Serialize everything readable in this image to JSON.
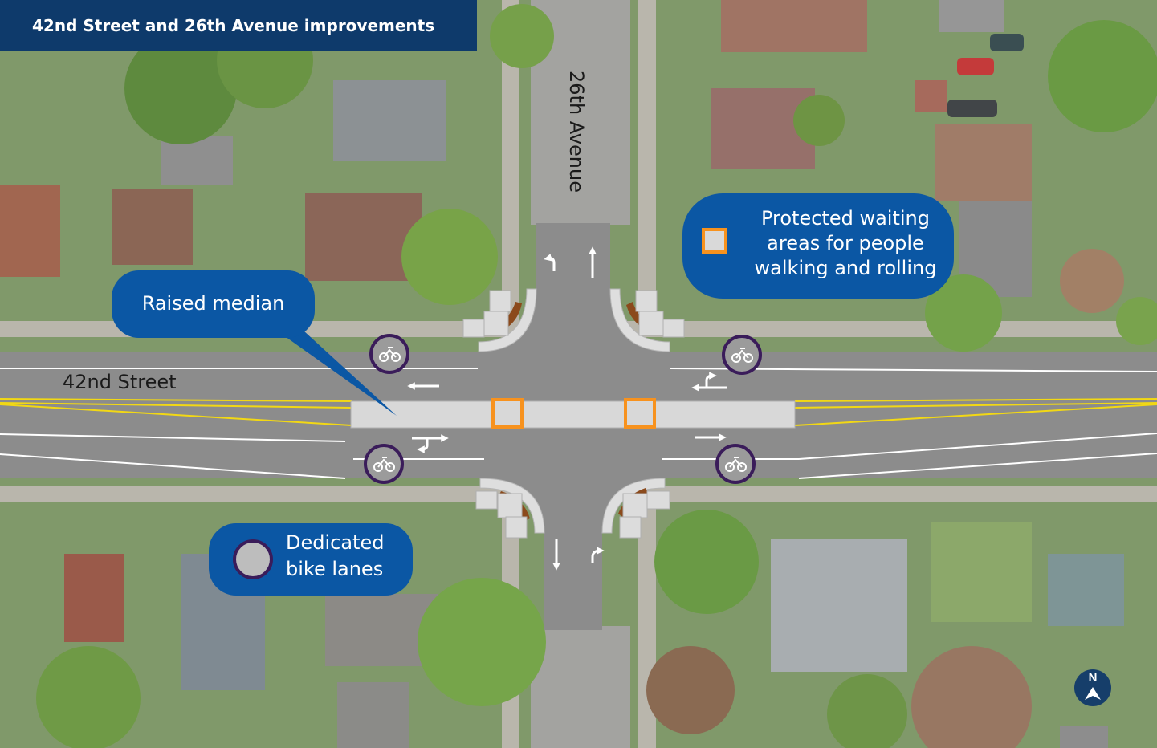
{
  "title": "42nd Street and 26th Avenue improvements",
  "streets": {
    "horizontal": "42nd Street",
    "vertical": "26th Avenue"
  },
  "callouts": {
    "raised_median": "Raised median",
    "waiting_areas": [
      "Protected waiting",
      "areas for people",
      "walking and rolling"
    ],
    "bike_lanes": [
      "Dedicated",
      "bike lanes"
    ]
  },
  "compass": {
    "label": "N"
  },
  "colors": {
    "title_bg": "#0e3a6b",
    "callout_bg": "#0b57a4",
    "waiting_area_outline": "#f7921e",
    "bike_marker_outline": "#3a1c5a",
    "centerline": "#f2d814",
    "road": "#8c8c8c",
    "median": "#d8d8d8",
    "planter": "#8b4a1c"
  },
  "icons": [
    "arrow-left-icon",
    "arrow-right-icon",
    "arrow-up-icon",
    "arrow-down-icon",
    "turn-arrow-icon",
    "bike-lane-icon",
    "compass-icon"
  ]
}
